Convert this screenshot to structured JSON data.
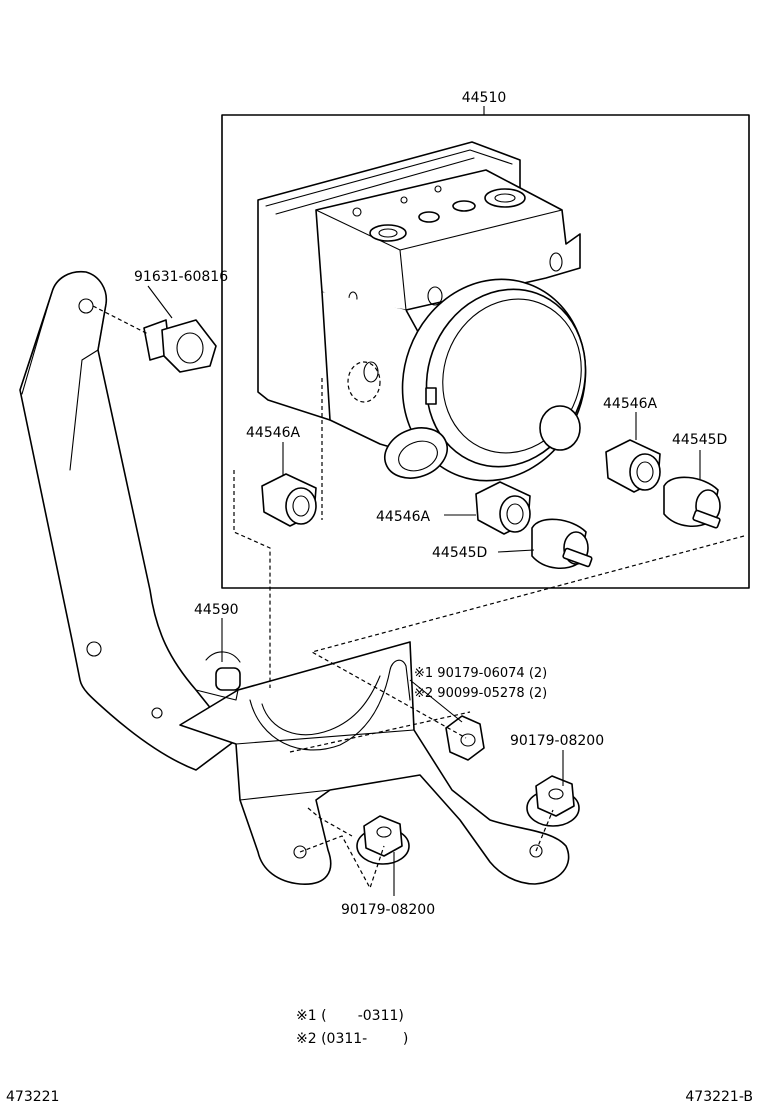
{
  "parts": {
    "assembly": "44510",
    "bolt": "91631-60816",
    "cap_a_left": "44546A",
    "cap_a_right": "44546A",
    "cap_a_center": "44546A",
    "plug_d_right": "44545D",
    "plug_d_center": "44545D",
    "bracket": "44590",
    "nut_note1": "※1 90179-06074 (2)",
    "nut_note2": "※2 90099-05278 (2)",
    "nut_right": "90179-08200",
    "nut_bottom": "90179-08200"
  },
  "notes": {
    "note1": "※1 (       -0311)",
    "note2": "※2 (0311-        )"
  },
  "footer": {
    "left_code": "473221",
    "right_code": "473221-B"
  }
}
